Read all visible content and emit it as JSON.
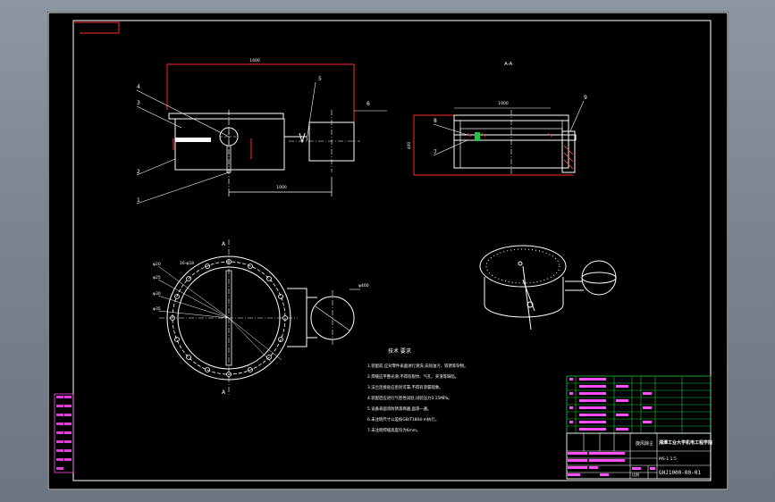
{
  "drawing": {
    "colors": {
      "background": "#000000",
      "frame": "#ffffff",
      "outline": "#ffffff",
      "dimension": "#ff2a2a",
      "title_block_grid": "#22c443",
      "highlight": "#ff4dff",
      "centerline": "#ffffff"
    },
    "section_view": {
      "label": "A-A",
      "dim_top": "1000",
      "dim_side": "400"
    },
    "front_view": {
      "dim_top": "1400",
      "dim_bottom": "1000",
      "leaders": [
        "4",
        "3",
        "5",
        "6",
        "2",
        "1"
      ]
    },
    "right_view": {
      "leaders": [
        "8",
        "7",
        "9"
      ]
    },
    "plan_view": {
      "section_mark": "A",
      "hole_labels": [
        "φ20",
        "φ25",
        "φ30",
        "φ35"
      ],
      "bolt_label": "16-φ18",
      "pipe_dim": "φ400"
    },
    "notes": {
      "title": "技术 要求",
      "lines": [
        "1.装配前,应对零件表面进行清洗,去除油污、铁锈等杂物。",
        "2.焊缝应平整光滑,不得有裂纹、气孔、夹渣等缺陷。",
        "3.法兰连接处应密封可靠,不得有渗漏现象。",
        "4.装配后应进行气密性试验,试验压力0.15MPa。",
        "5.设备表面涂防锈漆两遍,面漆一遍。",
        "6.未注明尺寸公差按GB/T1804-m执行。",
        "7.未注明焊缝高度均为6mm。"
      ]
    },
    "title_block": {
      "company": "湘潭工业大学机电工程学院",
      "drawing_name": "旋风除尘",
      "scale_label": "比例",
      "material_row": "MS-1 1:5",
      "drawing_number": "GHJ1000-00-01"
    }
  }
}
